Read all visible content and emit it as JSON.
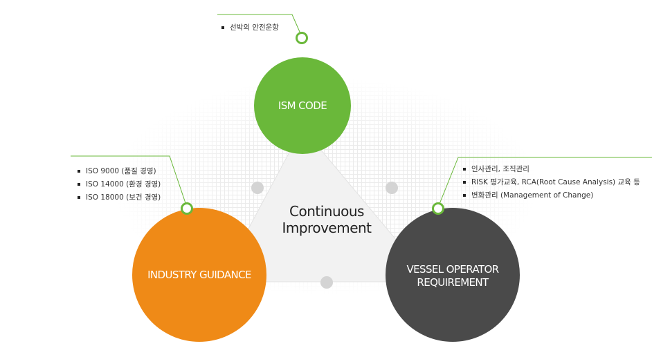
{
  "center": {
    "line1": "Continuous",
    "line2": "Improvement"
  },
  "circles": {
    "ism": {
      "label": "ISM CODE",
      "color": "#6ab83a"
    },
    "industry": {
      "label": "INDUSTRY GUIDANCE",
      "color": "#ef8a17"
    },
    "vessel": {
      "line1": "VESSEL OPERATOR",
      "line2": "REQUIREMENT",
      "color": "#4a4a4a"
    }
  },
  "callouts": {
    "ism": {
      "items": [
        "선박의 안전운항"
      ]
    },
    "industry": {
      "items": [
        "ISO 9000 (품질 경영)",
        "ISO 14000 (환경 경영)",
        "ISO 18000 (보건 경영)"
      ]
    },
    "vessel": {
      "items": [
        "인사관리, 조직관리",
        "RISK 평가교육, RCA(Root Cause Analysis) 교육 등",
        "변화관리 (Management of Change)"
      ]
    }
  },
  "colors": {
    "line": "#6ab83a",
    "connector_dot": "#d4d4d4",
    "triangle": "#f2f2f2"
  }
}
